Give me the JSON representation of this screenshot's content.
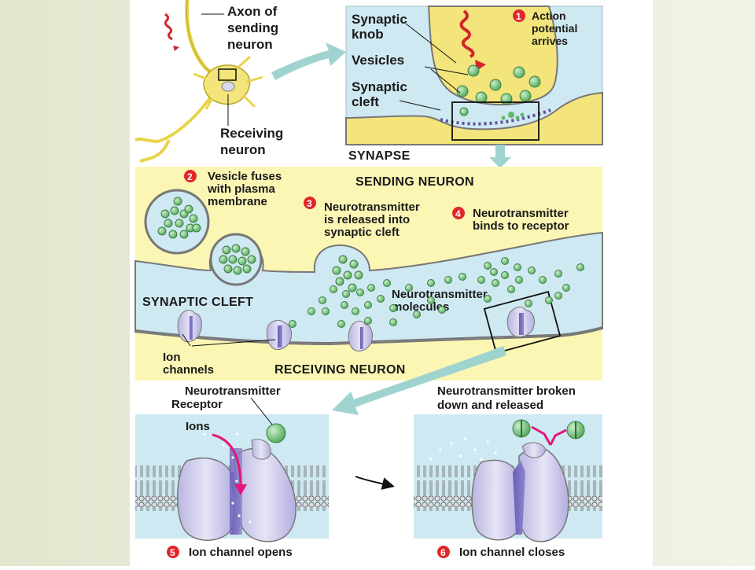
{
  "colors": {
    "page_bg_left": "#e4e6cf",
    "page_bg_right": "#f2f2e6",
    "panel_yellow": "#fbf6b4",
    "cleft_blue": "#cfe9f2",
    "neuron_yellow": "#f3e57b",
    "vesicle_green": "#63b86b",
    "step_red": "#e0262a",
    "arrow_teal": "#9fd3cf",
    "channel_lavender": "#c8c6e8",
    "ion_magenta": "#e2177b"
  },
  "top_left": {
    "axon_label": [
      "Axon of",
      "sending",
      "neuron"
    ],
    "receiving_label": [
      "Receiving",
      "neuron"
    ]
  },
  "synapse_panel": {
    "knob_label": [
      "Synaptic",
      "knob"
    ],
    "vesicles_label": "Vesicles",
    "cleft_label": [
      "Synaptic",
      "cleft"
    ],
    "title": "SYNAPSE",
    "step1": {
      "num": "1",
      "text": [
        "Action",
        "potential",
        "arrives"
      ]
    }
  },
  "middle_panel": {
    "sending_title": "SENDING NEURON",
    "cleft_title": "SYNAPTIC CLEFT",
    "receiving_title": "RECEIVING NEURON",
    "step2": {
      "num": "2",
      "text": [
        "Vesicle fuses",
        "with plasma",
        "membrane"
      ]
    },
    "step3": {
      "num": "3",
      "text": [
        "Neurotransmitter",
        "is released into",
        "synaptic cleft"
      ]
    },
    "step4": {
      "num": "4",
      "text": [
        "Neurotransmitter",
        "binds to receptor"
      ]
    },
    "nt_molecules_label": [
      "Neurotransmitter",
      "molecules"
    ],
    "ion_channels_label": [
      "Ion",
      "channels"
    ]
  },
  "bottom_left": {
    "nt_label": "Neurotransmitter",
    "receptor_label": "Receptor",
    "ions_label": "Ions",
    "step5": {
      "num": "5",
      "text": "Ion channel opens"
    }
  },
  "bottom_right": {
    "broken_label": [
      "Neurotransmitter broken",
      "down and released"
    ],
    "step6": {
      "num": "6",
      "text": "Ion channel closes"
    }
  }
}
